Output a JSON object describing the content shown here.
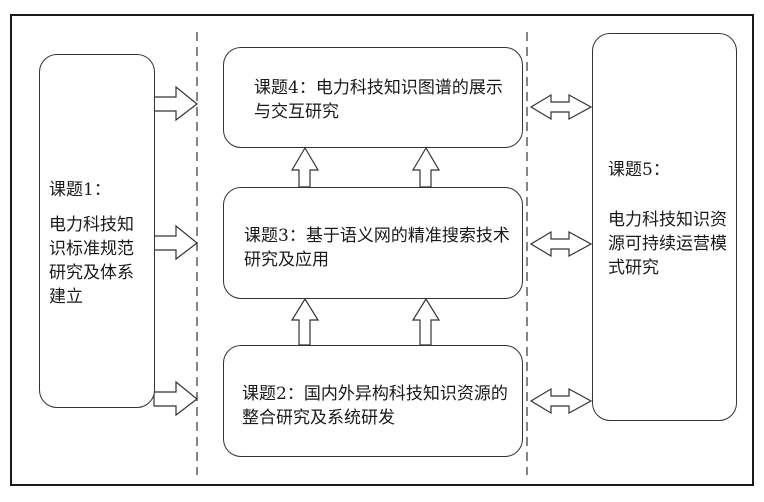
{
  "diagram": {
    "type": "research-topic-structure",
    "topics": {
      "topic1": {
        "label": "课题1：",
        "title": "电力科技知识标准规范研究及体系建立"
      },
      "topic2": {
        "label": "课题2：",
        "title": "国内外异构科技知识资源的整合研究及系统研发",
        "full": "课题2：国内外异构科技知识资源的整合研究及系统研发"
      },
      "topic3": {
        "label": "课题3：",
        "title": "基于语义网的精准搜索技术研究及应用",
        "full": "课题3：基于语义网的精准搜索技术研究及应用"
      },
      "topic4": {
        "label": "课题4：",
        "title": "电力科技知识图谱的展示与交互研究",
        "full": "课题4：电力科技知识图谱的展示与交互研究"
      },
      "topic5": {
        "label": "课题5：",
        "title": "电力科技知识资源可持续运营模式研究"
      }
    },
    "edges": [
      {
        "from": "topic1",
        "to": "topic4",
        "kind": "one-way"
      },
      {
        "from": "topic1",
        "to": "topic3",
        "kind": "one-way"
      },
      {
        "from": "topic1",
        "to": "topic2",
        "kind": "one-way"
      },
      {
        "from": "topic2",
        "to": "topic3",
        "kind": "one-way",
        "count": 2
      },
      {
        "from": "topic3",
        "to": "topic4",
        "kind": "one-way",
        "count": 2
      },
      {
        "from": "topic4",
        "to": "topic5",
        "kind": "bidirectional"
      },
      {
        "from": "topic3",
        "to": "topic5",
        "kind": "bidirectional"
      },
      {
        "from": "topic2",
        "to": "topic5",
        "kind": "bidirectional"
      }
    ]
  }
}
